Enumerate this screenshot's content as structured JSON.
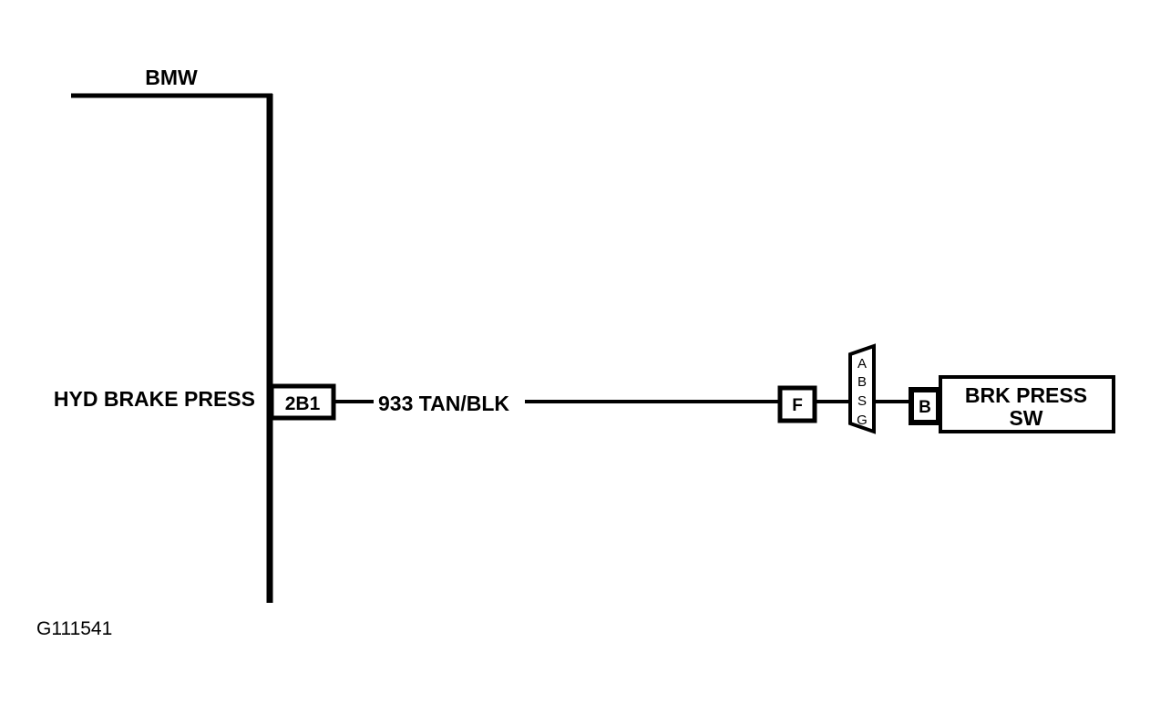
{
  "module": {
    "name": "BMW",
    "circuit_label": "HYD BRAKE PRESS",
    "pin": "2B1"
  },
  "wire": {
    "label": "933 TAN/BLK"
  },
  "inline_connector": {
    "pin": "F",
    "cavities": [
      "A",
      "B",
      "S",
      "G"
    ]
  },
  "switch": {
    "pin": "B",
    "name_line1": "BRK PRESS",
    "name_line2": "SW"
  },
  "figure_id": "G111541"
}
